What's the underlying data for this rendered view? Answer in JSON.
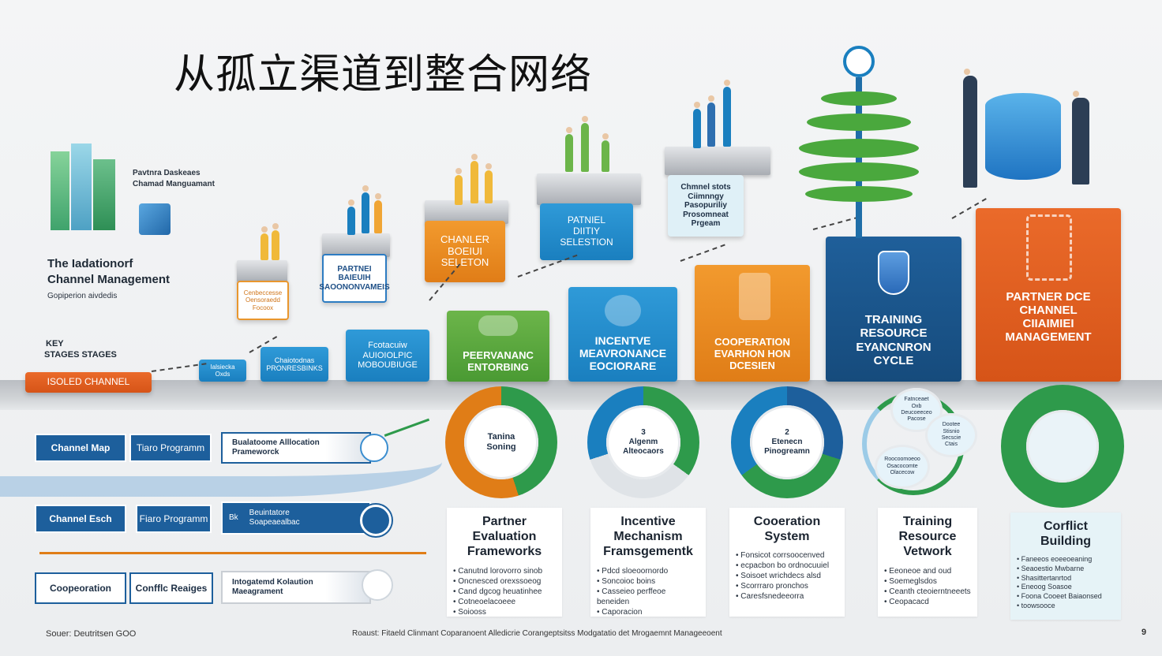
{
  "title": "从孤立渠道到整合网络",
  "left_header": {
    "legend_line1": "Pavtnra Daskeaes",
    "legend_line2": "Chamad Manguamant",
    "heading1": "The Iadationorf",
    "heading2": "Channel Management",
    "subheading": "Gopiperion aivdedis",
    "key_label": "KEY",
    "stages_label": "STAGES STAGES",
    "isolated_label": "ISOLED CHANNEL"
  },
  "stages": [
    {
      "label": "Ialsiecka\nOxds"
    },
    {
      "label": "Chaiotodnas\nPRONRESBINKS"
    },
    {
      "label": "Fcotacuiw\nAUIOIOLPIC\nMOBOUBIUGE"
    },
    {
      "label": "PEERVANANC\nENTORBING"
    },
    {
      "label": "INCENTVE\nMEAVRONANCE\nEOCIORARE"
    },
    {
      "label": "COOPERATION\nEVARHON HON\nDCESIEN"
    },
    {
      "label": "TRAINING\nRESOURCE\nEYANCNRON\nCYCLE"
    },
    {
      "label": "PARTNER DCE\nCHANNEL\nCIIAIMIEI\nMANAGEMENT"
    }
  ],
  "upper_boxes": [
    {
      "label": "Cenbeccesse\nOensoraedd\nFocoox"
    },
    {
      "label": "PARTNEI\nBAIEUIH\nSAOONONVAMEIS"
    },
    {
      "label": "CHANLER\nBOEIUI\nSELETON"
    },
    {
      "label": "PATNIEL\nDIITIY\nSELESTION"
    },
    {
      "label": "Chmnel stots\nCiimnngy\nPasopuriliy\nProsomneat\nPrgeam"
    }
  ],
  "nav_rows": [
    {
      "a": "Channel Map",
      "b": "Tiaro Programm",
      "c": "Bualatoome Alllocation\nPrameworck"
    },
    {
      "a": "Channel Esch",
      "b": "Fiaro Programm",
      "c": "Beuintatore\nSoapeaealbac",
      "c_prefix": "Bk"
    },
    {
      "a": "Coopeoration",
      "b": "Confflc Reaiges",
      "c": "Intogatemd Kolaution\nMaeagrament"
    }
  ],
  "rings": [
    {
      "center": "Tanina\nSoning"
    },
    {
      "center": "3\nAlgenm\nAlteocaors"
    },
    {
      "center": "2\nEtenecn\nPinogreamn"
    },
    {
      "bubbles": [
        "Fatnceaet\nOxb\nDeucoeeceo\nPacose",
        "Dootee\nStisnio\nSecscie\nCtais",
        "Roocoomoeoo\nOsacocomte\nOlacecow"
      ]
    },
    {
      "center": ""
    }
  ],
  "cards": [
    {
      "title": "Partner\nEvaluation\nFrameworks",
      "items": [
        "Canutnd lorovorro sinob",
        "Oncnesced orexssoeog",
        "Cand dgcog heuatinhee",
        "Cotneoelacoeee",
        "Soiooss"
      ]
    },
    {
      "title": "Incentive\nMechanism\nFramsgementk",
      "items": [
        "Pdcd sloeoornordo",
        "Soncoioc boins",
        "Casseieo perffeoe beneiden",
        "Caporacion"
      ]
    },
    {
      "title": "Cooeration\nSystem",
      "items": [
        "Fonsicot corrsoocenved",
        "ecpacbon bo ordnocuuiel",
        "Soisoet wrichdecs alsd",
        "Scorrraro pronchos",
        "Caresfsnedeeorra"
      ]
    },
    {
      "title": "Training\nResource\nVetwork",
      "items": [
        "Eeoneoe and oud",
        "Soemeglsdos",
        "Ceanth cteoierntneeets",
        "Ceopacacd"
      ]
    },
    {
      "title": "Corflict\nBuilding",
      "items": [
        "Faneeos eoeeoeaning",
        "Seaoestio Mwbarne",
        "Shasittertanrtod",
        "Eneoog Soasoe",
        "Foona Cooeet Baiaonsed",
        "toowsooce"
      ]
    }
  ],
  "footer": {
    "left": "Souer: Deutritsen GOO",
    "center": "Roaust: Fitaeld Clinmant Coparanoent Alledicrie Corangeptsitss Modgatatio det Mrogaemnt Manageeoent",
    "page": "9"
  },
  "colors": {
    "blue": "#1a7fbf",
    "dark_blue": "#164b7c",
    "green": "#4a9a33",
    "orange": "#e07d17",
    "red_orange": "#d65418"
  }
}
